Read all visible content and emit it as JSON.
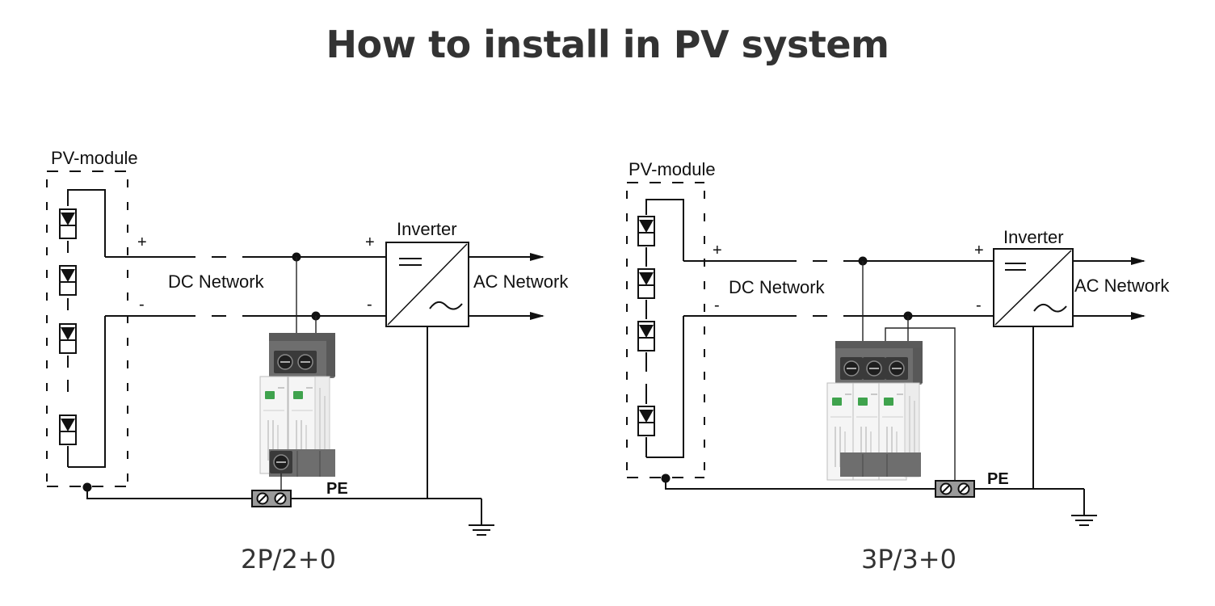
{
  "title": "How to install in PV system",
  "diagrams": [
    {
      "caption": "2P/2+0",
      "pv_module_label": "PV-module",
      "dc_network_label": "DC Network",
      "ac_network_label": "AC Network",
      "inverter_label": "Inverter",
      "plus": "+",
      "minus": "-",
      "pe_label": "PE",
      "spd_poles": 2
    },
    {
      "caption": "3P/3+0",
      "pv_module_label": "PV-module",
      "dc_network_label": "DC Network",
      "ac_network_label": "AC Network",
      "inverter_label": "Inverter",
      "plus": "+",
      "minus": "-",
      "pe_label": "PE",
      "spd_poles": 3
    }
  ],
  "colors": {
    "line": "#111111",
    "device_gray": "#6e6e6e",
    "device_dark": "#4a4a4a",
    "device_body": "#f4f4f4",
    "indicator_green": "#3fa34d",
    "title": "#333333"
  }
}
